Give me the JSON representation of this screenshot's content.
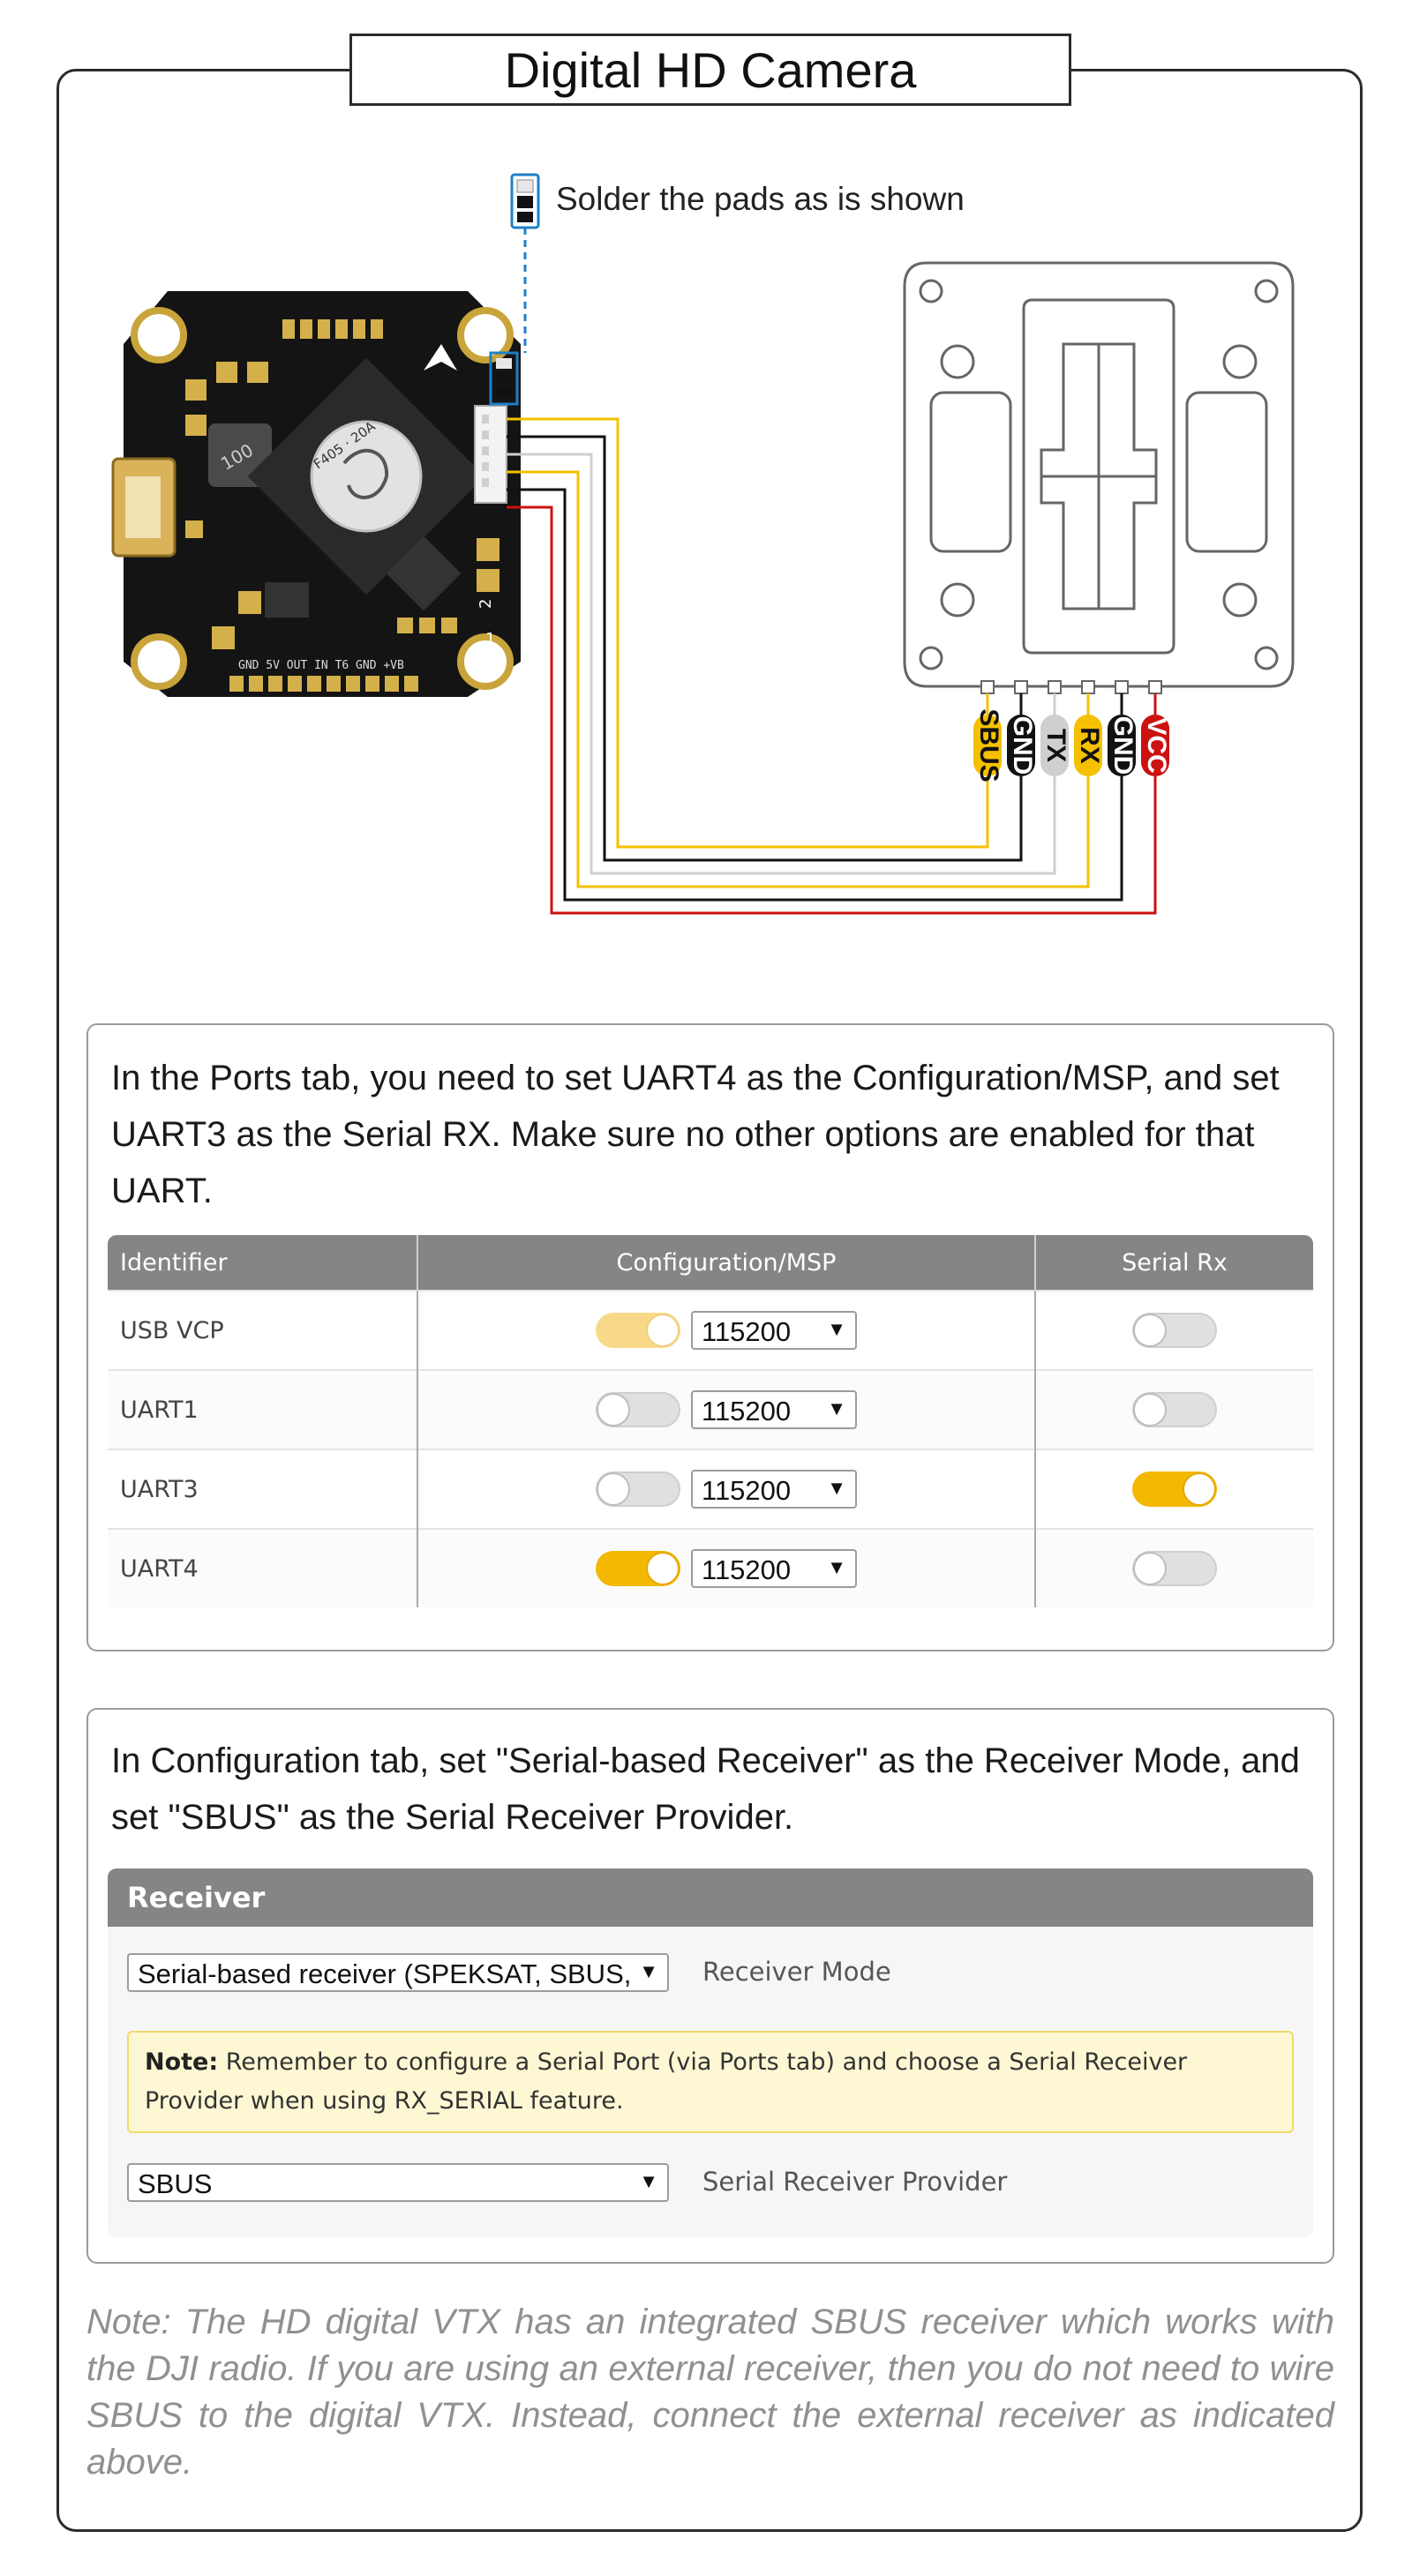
{
  "title": "Digital HD Camera",
  "diagram": {
    "solder_note": "Solder the pads as is shown",
    "fc_silkscreen": {
      "chip_label": "F405 · 20A",
      "inductor_label": "100",
      "bottom_pads": "GND 5V OUT IN T6 GND +VB",
      "corner_1": "1",
      "corner_2": "2"
    },
    "wires": [
      {
        "label": "SBUS",
        "color": "#f5c000"
      },
      {
        "label": "GND",
        "color": "#111111"
      },
      {
        "label": "TX",
        "color": "#cfcfcf"
      },
      {
        "label": "RX",
        "color": "#f5c000"
      },
      {
        "label": "GND",
        "color": "#111111"
      },
      {
        "label": "VCC",
        "color": "#cc1111"
      }
    ]
  },
  "ports_panel": {
    "text": "In the Ports tab, you need to set UART4 as the Configuration/MSP, and set UART3 as the Serial RX. Make sure no other options are enabled for that UART.",
    "columns": [
      "Identifier",
      "Configuration/MSP",
      "Serial Rx"
    ],
    "rows": [
      {
        "id": "USB VCP",
        "msp_on": true,
        "baud": "115200",
        "rx_on": false
      },
      {
        "id": "UART1",
        "msp_on": false,
        "baud": "115200",
        "rx_on": false
      },
      {
        "id": "UART3",
        "msp_on": false,
        "baud": "115200",
        "rx_on": true
      },
      {
        "id": "UART4",
        "msp_on": true,
        "baud": "115200",
        "rx_on": false
      }
    ],
    "accent_color": "#f3b800"
  },
  "config_panel": {
    "text": "In Configuration tab, set \"Serial-based Receiver\" as the Receiver Mode, and set \"SBUS\" as the Serial Receiver Provider.",
    "receiver_title": "Receiver",
    "mode_value": "Serial-based receiver (SPEKSAT, SBUS, SUMD)",
    "mode_label": "Receiver Mode",
    "note_bold": "Note:",
    "note_text": " Remember to configure a Serial Port (via Ports tab) and choose a Serial Receiver Provider when using RX_SERIAL feature.",
    "provider_value": "SBUS",
    "provider_label": "Serial Receiver Provider"
  },
  "footnote": "Note: The HD digital VTX has an integrated SBUS receiver which works with the DJI radio. If you are using an external receiver, then you do not need to wire SBUS to the digital VTX. Instead, connect the external receiver as indicated above."
}
